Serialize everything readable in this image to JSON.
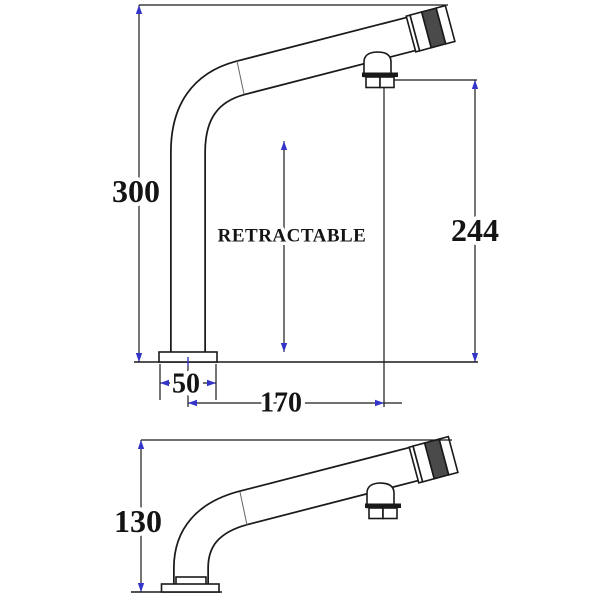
{
  "diagram": {
    "type": "technical-drawing",
    "views": {
      "extended": {
        "overall_height": "300",
        "outlet_height": "244",
        "base_width": "50",
        "spout_reach": "170",
        "feature_label": "RETRACTABLE"
      },
      "retracted": {
        "overall_height": "130"
      }
    },
    "colors": {
      "line": "#1a1a1a",
      "arrow": "#3434c8",
      "band": "#4a4a4a",
      "text": "#141414",
      "background": "#ffffff"
    }
  }
}
